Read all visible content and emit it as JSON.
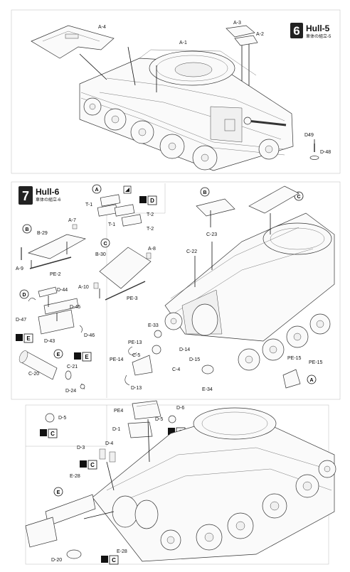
{
  "step6": {
    "number": "6",
    "title": "Hull-5",
    "subtitle": "車体の組立-5",
    "labels": [
      "A-4",
      "A-1",
      "A-3",
      "A-2",
      "D49",
      "D-48"
    ]
  },
  "step7": {
    "number": "7",
    "title": "Hull-6",
    "subtitle": "車体の組立-6",
    "sub_a": {
      "marker": "A",
      "labels": [
        "T-1",
        "T-1",
        "T-2",
        "T-2"
      ],
      "badge": "D"
    },
    "sub_b_small": {
      "marker": "B",
      "labels": [
        "A-7",
        "B-29",
        "A-9",
        "PE-2"
      ]
    },
    "sub_c_small": {
      "marker": "C",
      "labels": [
        "B-30",
        "A-8",
        "A-10",
        "PE-3"
      ]
    },
    "sub_d": {
      "marker": "D",
      "labels": [
        "D-44",
        "D-45",
        "D-47",
        "D-43",
        "D-46"
      ],
      "badge": "E"
    },
    "sub_e": {
      "marker": "E",
      "labels": [
        "C-21",
        "C-20",
        "D-24"
      ],
      "badge": "E"
    },
    "main_labels": [
      "B",
      "C",
      "C-23",
      "C-22",
      "E-33",
      "PE-13",
      "D-14",
      "D-15",
      "PE-14",
      "C-5",
      "C-4",
      "D-13",
      "E-34",
      "PE-15",
      "PE-15",
      "A"
    ]
  },
  "step8": {
    "labels": [
      "D-5",
      "C",
      "PE4",
      "D-6",
      "D-1",
      "D-5",
      "C",
      "D-3",
      "D-4",
      "C",
      "E-28",
      "E",
      "D-20",
      "E-28",
      "C"
    ]
  }
}
